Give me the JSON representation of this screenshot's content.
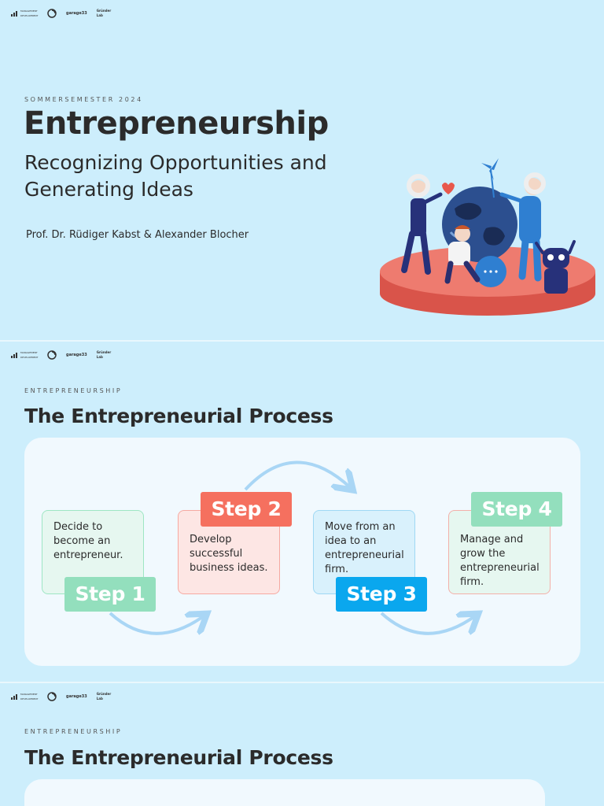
{
  "logos": [
    {
      "label": "MANAGEMENT DEVELOPMENT"
    },
    {
      "label": ""
    },
    {
      "label": "garage33"
    },
    {
      "label": "Gründer Lab"
    }
  ],
  "slide1": {
    "kicker": "SOMMERSEMESTER 2024",
    "title": "Entrepreneurship",
    "subtitle_line1": "Recognizing Opportunities and",
    "subtitle_line2": "Generating Ideas",
    "authors": "Prof. Dr. Rüdiger Kabst & Alexander Blocher"
  },
  "slide2": {
    "kicker": "ENTREPRENEURSHIP",
    "title": "The Entrepreneurial Process",
    "steps": [
      {
        "label": "Step 1",
        "text": "Decide to become an entrepreneur."
      },
      {
        "label": "Step 2",
        "text": "Develop successful business ideas."
      },
      {
        "label": "Step 3",
        "text": "Move from an idea to an entrepreneurial firm."
      },
      {
        "label": "Step 4",
        "text": "Manage and grow the entrepreneurial firm."
      }
    ]
  },
  "slide3": {
    "kicker": "ENTREPRENEURSHIP",
    "title": "The Entrepreneurial Process"
  },
  "colors": {
    "background": "#cdeefc",
    "panel": "#f1f9fe",
    "step_green": "#93dfbd",
    "step_coral": "#f5705f",
    "step_blue": "#0aa7ee",
    "arrow": "#a9d6f5"
  },
  "icons": {
    "logo1": "bar-chart-logo",
    "logo2": "globe-swirl-logo"
  }
}
